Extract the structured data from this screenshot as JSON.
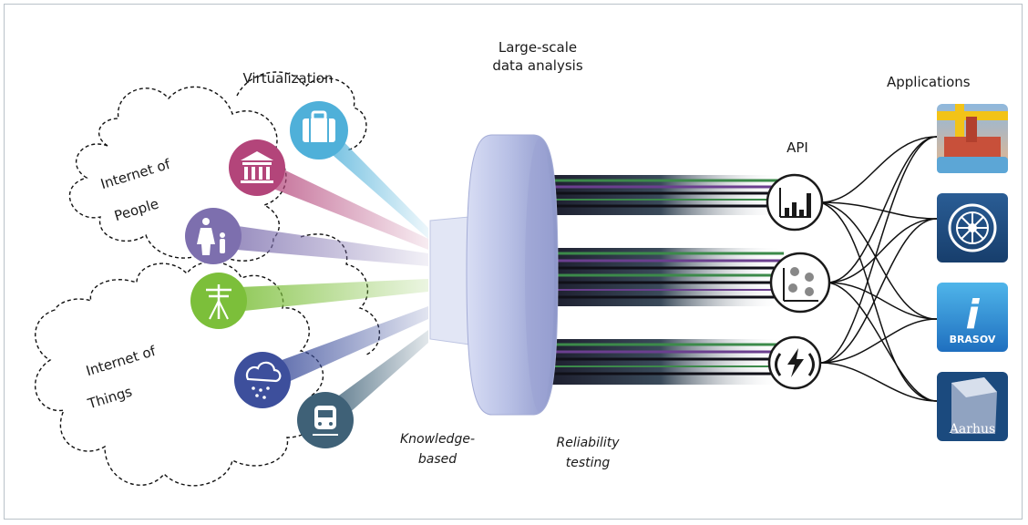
{
  "labels": {
    "virtualization": "Virtualization",
    "large_scale_line1": "Large-scale",
    "large_scale_line2": "data analysis",
    "applications": "Applications",
    "api": "API",
    "internet_of_people_line1": "Internet of",
    "internet_of_people_line2": "People",
    "internet_of_things_line1": "Internet of",
    "internet_of_things_line2": "Things",
    "knowledge_line1": "Knowledge-",
    "knowledge_line2": "based",
    "reliability_line1": "Reliability",
    "reliability_line2": "testing"
  },
  "sources": [
    {
      "icon": "suitcase-icon",
      "color": "#4fb0d9"
    },
    {
      "icon": "museum-icon",
      "color": "#b3457a"
    },
    {
      "icon": "parent-child-icon",
      "color": "#7d6fae"
    },
    {
      "icon": "power-pole-icon",
      "color": "#7cbf3a"
    },
    {
      "icon": "rain-cloud-icon",
      "color": "#3d4f9c"
    },
    {
      "icon": "train-icon",
      "color": "#3f6177"
    }
  ],
  "api_icons": [
    "bar-chart-icon",
    "scatter-plot-icon",
    "lightning-icon"
  ],
  "apps": [
    {
      "icon": "stockholm-city-hall-icon",
      "text": ""
    },
    {
      "icon": "wheel-icon",
      "text": ""
    },
    {
      "icon": "info-icon",
      "text": "BRASOV"
    },
    {
      "icon": "aarhus-icon",
      "text": "Aarhus"
    }
  ],
  "colors": {
    "cable_green": "#3c8a4a",
    "cable_purple": "#6b3f8f",
    "cable_dark": "#101018",
    "processor": "#b9c1e6",
    "app_tile": "#1b4a7e"
  }
}
